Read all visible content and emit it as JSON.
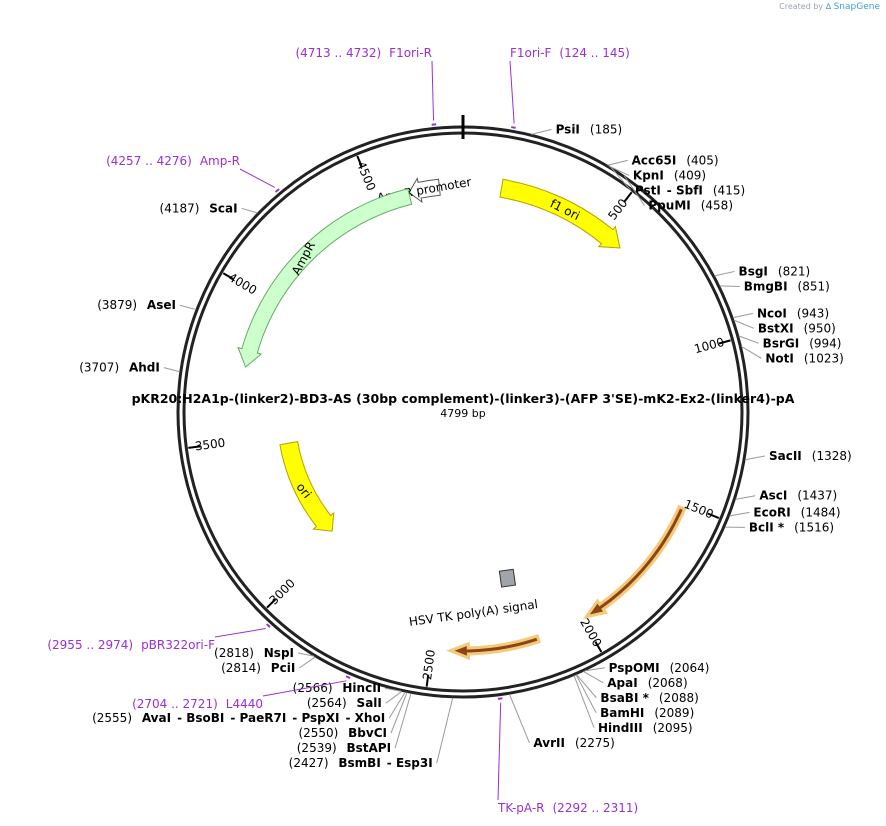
{
  "credit": {
    "prefix": "Created by",
    "brand": "SnapGene"
  },
  "plasmid": {
    "name": "pKR20:H2A1p-(linker2)-BD3-AS (30bp complement)-(linker3)-(AFP 3'SE)-mK2-Ex2-(linker4)-pA",
    "length_label": "4799 bp",
    "length": 4799
  },
  "ticks": [
    {
      "bp": 500,
      "label": "500"
    },
    {
      "bp": 1000,
      "label": "1000"
    },
    {
      "bp": 1500,
      "label": "1500"
    },
    {
      "bp": 2000,
      "label": "2000"
    },
    {
      "bp": 2500,
      "label": "2500"
    },
    {
      "bp": 3000,
      "label": "3000"
    },
    {
      "bp": 3500,
      "label": "3500"
    },
    {
      "bp": 4000,
      "label": "4000"
    },
    {
      "bp": 4500,
      "label": "4500"
    }
  ],
  "features": [
    {
      "name": "f1 ori",
      "label": "f1 ori",
      "start": 130,
      "end": 583,
      "dir": 1,
      "color": "#ffff00",
      "stroke": "#b8a000",
      "track": "outer"
    },
    {
      "name": "AmpR promoter",
      "label": "AmpR promoter",
      "start": 4615,
      "end": 4719,
      "dir": -1,
      "color": "#ffffff",
      "stroke": "#555555",
      "track": "outer"
    },
    {
      "name": "AmpR",
      "label": "AmpR",
      "start": 3755,
      "end": 4614,
      "dir": -1,
      "color": "#ccffcc",
      "stroke": "#66aa66",
      "track": "outer"
    },
    {
      "name": "ori",
      "label": "ori",
      "start": 3035,
      "end": 3464,
      "dir": -1,
      "color": "#ffff00",
      "stroke": "#b8a000",
      "track": "outer"
    },
    {
      "name": "insert-1",
      "label": "",
      "start": 1515,
      "end": 1985,
      "dir": 1,
      "color": "#8b4513",
      "stroke": "#f5c97a",
      "track": "thin"
    },
    {
      "name": "insert-2",
      "label": "",
      "start": 2155,
      "end": 2440,
      "dir": 1,
      "color": "#8b4513",
      "stroke": "#f5c97a",
      "track": "thin"
    }
  ],
  "misc_labels": [
    {
      "name": "hsv-tk-polya-signal",
      "text": "HSV TK poly(A) signal"
    }
  ],
  "enzymes_right": [
    {
      "name": "PsiI",
      "extra": "",
      "pos": "(185)",
      "bp": 185
    },
    {
      "name": "Acc65I",
      "extra": "",
      "pos": "(405)",
      "bp": 405
    },
    {
      "name": "KpnI",
      "extra": "",
      "pos": "(409)",
      "bp": 409
    },
    {
      "name": "PstI",
      "extra": "SbfI",
      "pos": "(415)",
      "bp": 415
    },
    {
      "name": "PpuMI",
      "extra": "",
      "pos": "(458)",
      "bp": 458
    },
    {
      "name": "BsgI",
      "extra": "",
      "pos": "(821)",
      "bp": 821
    },
    {
      "name": "BmgBI",
      "extra": "",
      "pos": "(851)",
      "bp": 851
    },
    {
      "name": "NcoI",
      "extra": "",
      "pos": "(943)",
      "bp": 943
    },
    {
      "name": "BstXI",
      "extra": "",
      "pos": "(950)",
      "bp": 950
    },
    {
      "name": "BsrGI",
      "extra": "",
      "pos": "(994)",
      "bp": 994
    },
    {
      "name": "NotI",
      "extra": "",
      "pos": "(1023)",
      "bp": 1023
    },
    {
      "name": "SacII",
      "extra": "",
      "pos": "(1328)",
      "bp": 1328
    },
    {
      "name": "AscI",
      "extra": "",
      "pos": "(1437)",
      "bp": 1437
    },
    {
      "name": "EcoRI",
      "extra": "",
      "pos": "(1484)",
      "bp": 1484
    },
    {
      "name": "BclI *",
      "extra": "",
      "pos": "(1516)",
      "bp": 1516
    },
    {
      "name": "PspOMI",
      "extra": "",
      "pos": "(2064)",
      "bp": 2064
    },
    {
      "name": "ApaI",
      "extra": "",
      "pos": "(2068)",
      "bp": 2068
    },
    {
      "name": "BsaBI *",
      "extra": "",
      "pos": "(2088)",
      "bp": 2088
    },
    {
      "name": "BamHI",
      "extra": "",
      "pos": "(2089)",
      "bp": 2089
    },
    {
      "name": "HindIII",
      "extra": "",
      "pos": "(2095)",
      "bp": 2095
    },
    {
      "name": "AvrII",
      "extra": "",
      "pos": "(2275)",
      "bp": 2275
    }
  ],
  "enzymes_left": [
    {
      "name": "ScaI",
      "pos": "(4187)",
      "bp": 4187,
      "extras": []
    },
    {
      "name": "AseI",
      "pos": "(3879)",
      "bp": 3879,
      "extras": []
    },
    {
      "name": "AhdI",
      "pos": "(3707)",
      "bp": 3707,
      "extras": []
    },
    {
      "name": "NspI",
      "pos": "(2818)",
      "bp": 2818,
      "extras": []
    },
    {
      "name": "PciI",
      "pos": "(2814)",
      "bp": 2814,
      "extras": []
    },
    {
      "name": "HincII",
      "pos": "(2566)",
      "bp": 2566,
      "extras": []
    },
    {
      "name": "SalI",
      "pos": "(2564)",
      "bp": 2564,
      "extras": []
    },
    {
      "name": "AvaI",
      "pos": "(2555)",
      "bp": 2555,
      "extras": [
        "BsoBI",
        "PaeR7I",
        "PspXI",
        "XhoI"
      ]
    },
    {
      "name": "BbvCI",
      "pos": "(2550)",
      "bp": 2550,
      "extras": []
    },
    {
      "name": "BstAPI",
      "pos": "(2539)",
      "bp": 2539,
      "extras": []
    },
    {
      "name": "BsmBI",
      "pos": "(2427)",
      "bp": 2427,
      "extras": [
        "Esp3I"
      ]
    }
  ],
  "primers": [
    {
      "name": "F1ori-R",
      "range": "(4713 .. 4732)",
      "bp": 4722
    },
    {
      "name": "F1ori-F",
      "range": "(124 .. 145)",
      "bp": 134
    },
    {
      "name": "Amp-R",
      "range": "(4257 .. 4276)",
      "bp": 4266
    },
    {
      "name": "pBR322ori-F",
      "range": "(2955 .. 2974)",
      "bp": 2964
    },
    {
      "name": "L4440",
      "range": "(2704 .. 2721)",
      "bp": 2712
    },
    {
      "name": "TK-pA-R",
      "range": "(2292 .. 2311)",
      "bp": 2301
    }
  ]
}
